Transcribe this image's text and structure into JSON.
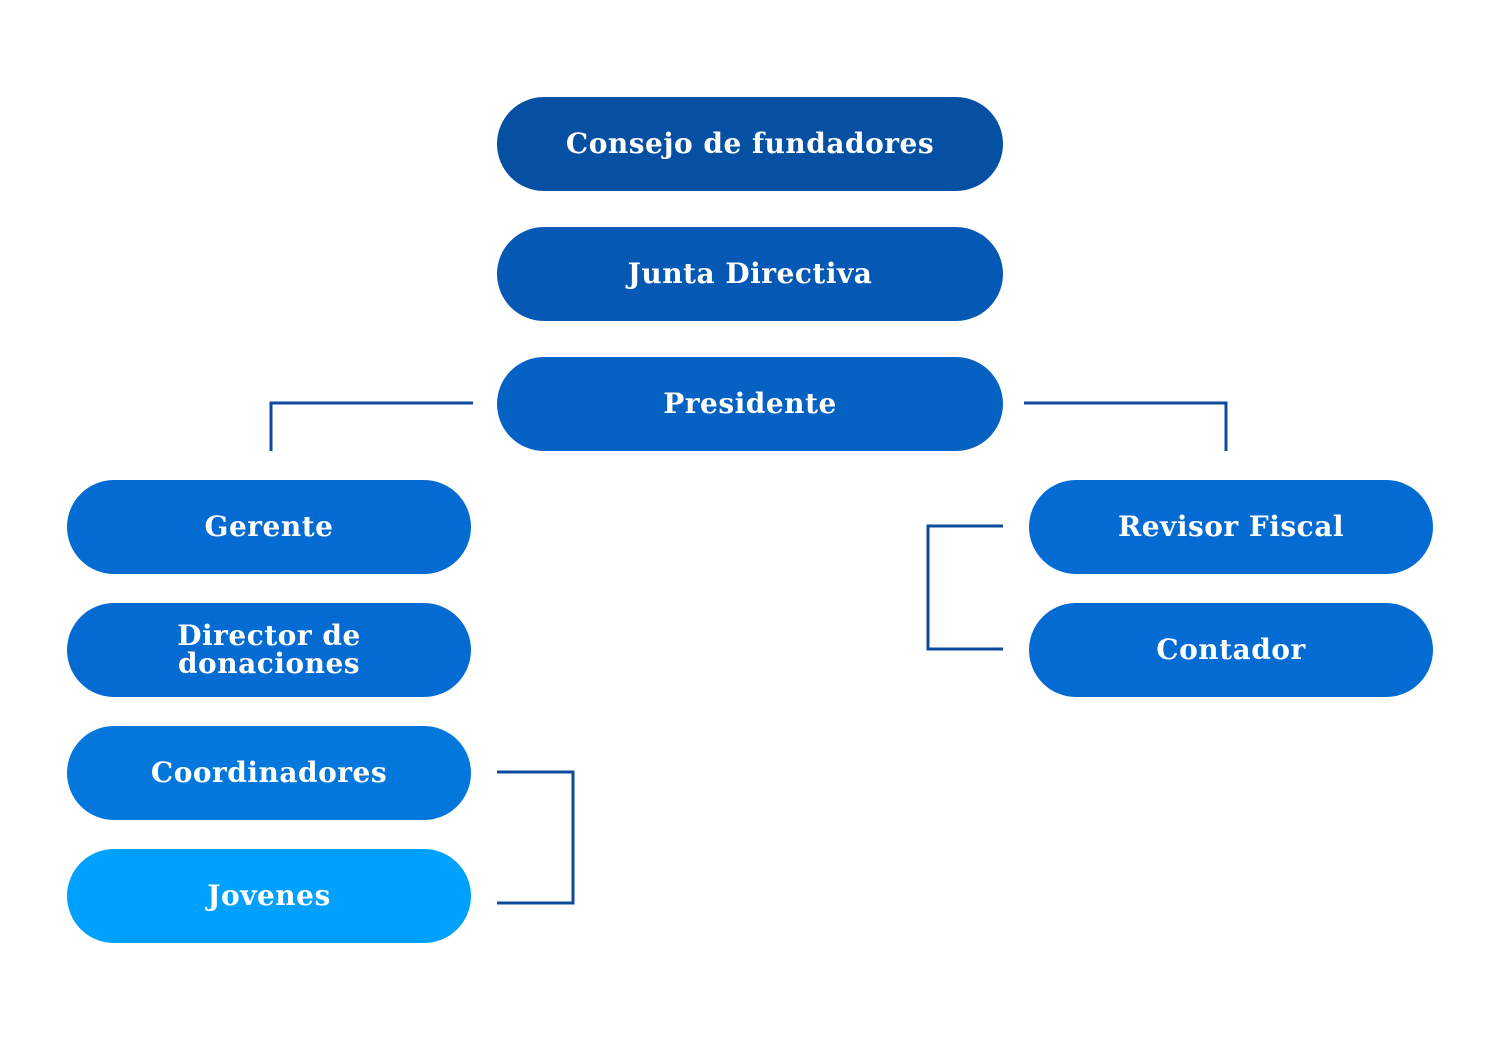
{
  "nodes": {
    "consejo": {
      "label": "Consejo de fundadores",
      "color": "#0650A3"
    },
    "junta": {
      "label": "Junta Directiva",
      "color": "#0559B5"
    },
    "presidente": {
      "label": "Presidente",
      "color": "#0561C2"
    },
    "gerente": {
      "label": "Gerente",
      "color": "#036BD2"
    },
    "director": {
      "label": "Director de donaciones",
      "color": "#036BD2"
    },
    "coordinadores": {
      "label": "Coordinadores",
      "color": "#0377DC"
    },
    "jovenes": {
      "label": "Jovenes",
      "color": "#00A0FF"
    },
    "revisor": {
      "label": "Revisor Fiscal",
      "color": "#036BD2"
    },
    "contador": {
      "label": "Contador",
      "color": "#036BD2"
    }
  },
  "connector_color": "#0D4A9B"
}
